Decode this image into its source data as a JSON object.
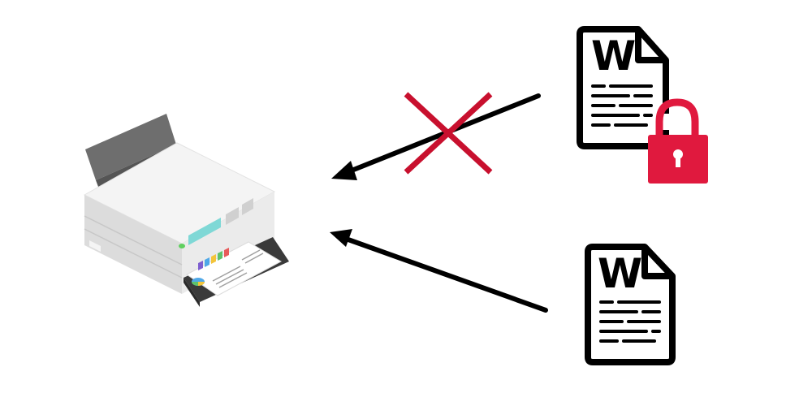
{
  "diagram": {
    "nodes": [
      {
        "id": "printer",
        "icon": "printer-icon"
      },
      {
        "id": "protected-word-doc",
        "icon": "word-document-icon",
        "letter": "W",
        "badge": "lock-icon"
      },
      {
        "id": "word-doc",
        "icon": "word-document-icon",
        "letter": "W"
      }
    ],
    "edges": [
      {
        "from": "protected-word-doc",
        "to": "printer",
        "status": "blocked",
        "marker": "cross-icon"
      },
      {
        "from": "word-doc",
        "to": "printer",
        "status": "allowed"
      }
    ]
  },
  "colors": {
    "arrow": "#000000",
    "cross": "#c8102e",
    "lock": "#e0193e",
    "document_outline": "#000000",
    "printer_body": "#f0f0f0",
    "printer_screen": "#7fd8d6"
  }
}
